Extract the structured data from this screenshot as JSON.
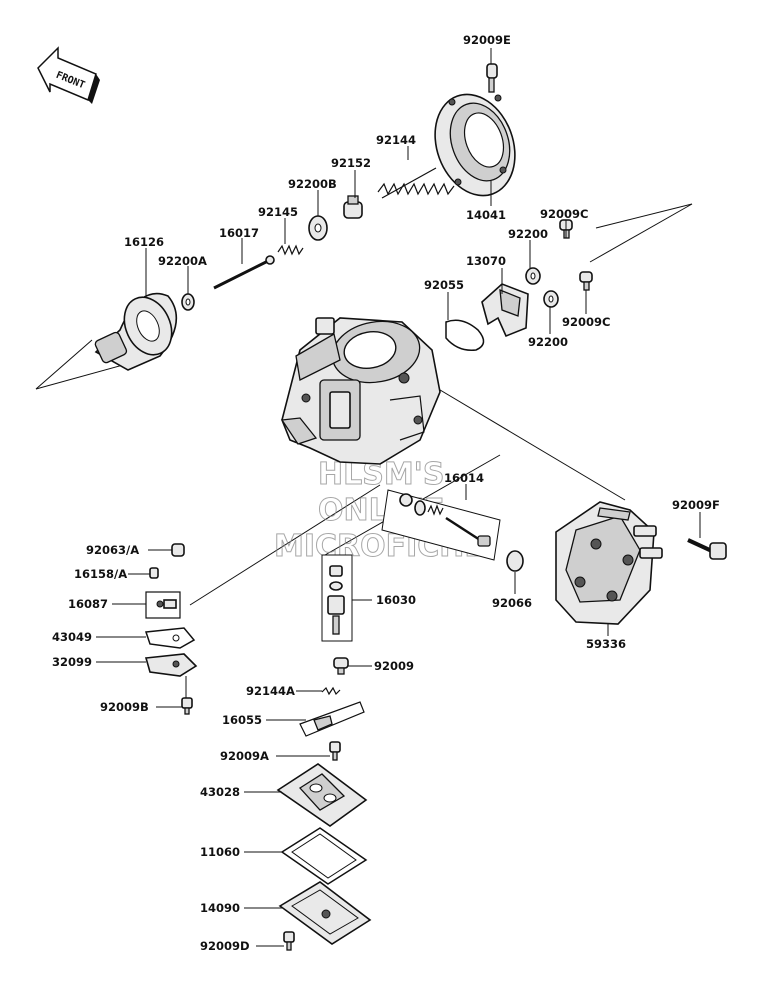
{
  "front_label": "FRONT",
  "watermark": [
    "HLSM'S",
    "ONLINE",
    "MICROFICHE"
  ],
  "labels": {
    "p92009E": "92009E",
    "p92144": "92144",
    "p92152": "92152",
    "p92200B": "92200B",
    "p92145": "92145",
    "p16017": "16017",
    "p16126": "16126",
    "p92200A": "92200A",
    "p14041": "14041",
    "p92009C_1": "92009C",
    "p92200_1": "92200",
    "p13070": "13070",
    "p92055": "92055",
    "p92009C_2": "92009C",
    "p92200_2": "92200",
    "p16014": "16014",
    "p92009F": "92009F",
    "p92063A": "92063/A",
    "p16158A": "16158/A",
    "p16087": "16087",
    "p16030": "16030",
    "p92066": "92066",
    "p43049": "43049",
    "p32099": "32099",
    "p59336": "59336",
    "p92009": "92009",
    "p92009B": "92009B",
    "p92144A": "92144A",
    "p16055": "16055",
    "p92009A": "92009A",
    "p43028": "43028",
    "p11060": "11060",
    "p14090": "14090",
    "p92009D": "92009D"
  }
}
